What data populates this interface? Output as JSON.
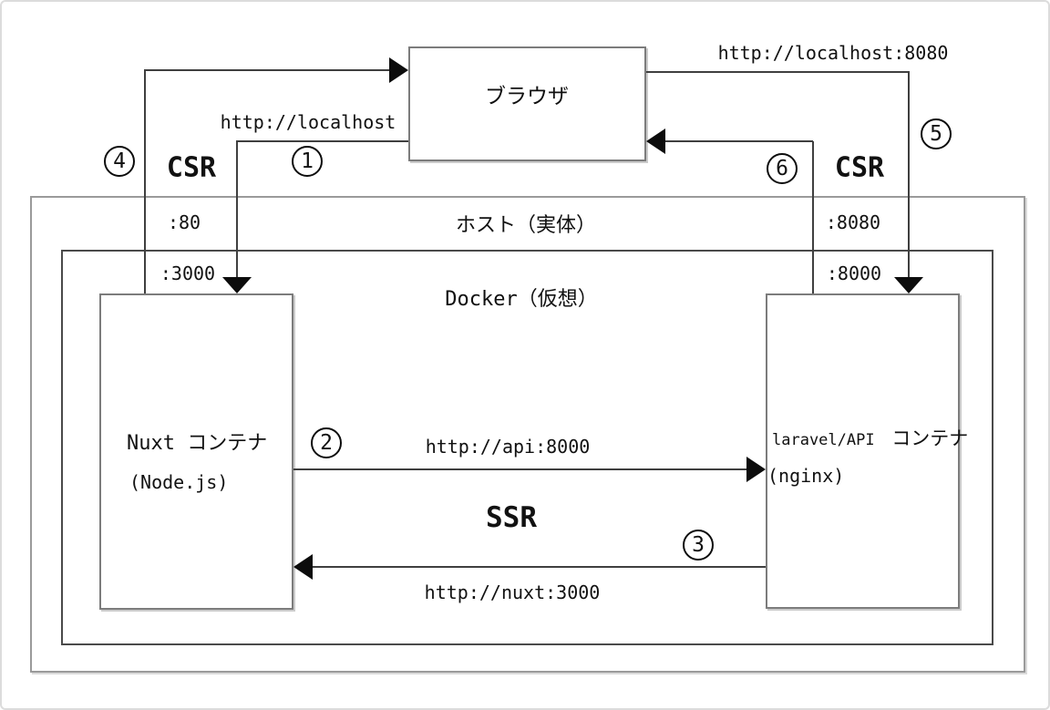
{
  "nodes": {
    "browser": {
      "label": "ブラウザ"
    },
    "host": {
      "label": "ホスト（実体）"
    },
    "docker": {
      "label": "Docker（仮想）"
    },
    "nuxt": {
      "name": "Nuxt コンテナ",
      "runtime": "(Node.js)"
    },
    "laravel": {
      "name_tech": "laravel/API",
      "name_suffix": "コンテナ",
      "runtime": "(nginx)"
    }
  },
  "ports": {
    "host_left": ":80",
    "docker_left": ":3000",
    "host_right": ":8080",
    "docker_right": ":8000"
  },
  "flows": {
    "step1": {
      "number": "1",
      "label": "http://localhost"
    },
    "step2": {
      "number": "2",
      "label": "http://api:8000"
    },
    "step3": {
      "number": "3",
      "label": "http://nuxt:3000"
    },
    "step4": {
      "number": "4",
      "label": "CSR"
    },
    "step5": {
      "number": "5",
      "label": "http://localhost:8080"
    },
    "step6": {
      "number": "6",
      "label": "CSR"
    },
    "ssr": "SSR"
  },
  "colors": {
    "background": "#ffffff",
    "line": "#3f3f3f",
    "arrow": "#0c0c0c",
    "component_border": "#7c7c7c",
    "group_border": "#9a9a9a",
    "text": "#111111"
  }
}
